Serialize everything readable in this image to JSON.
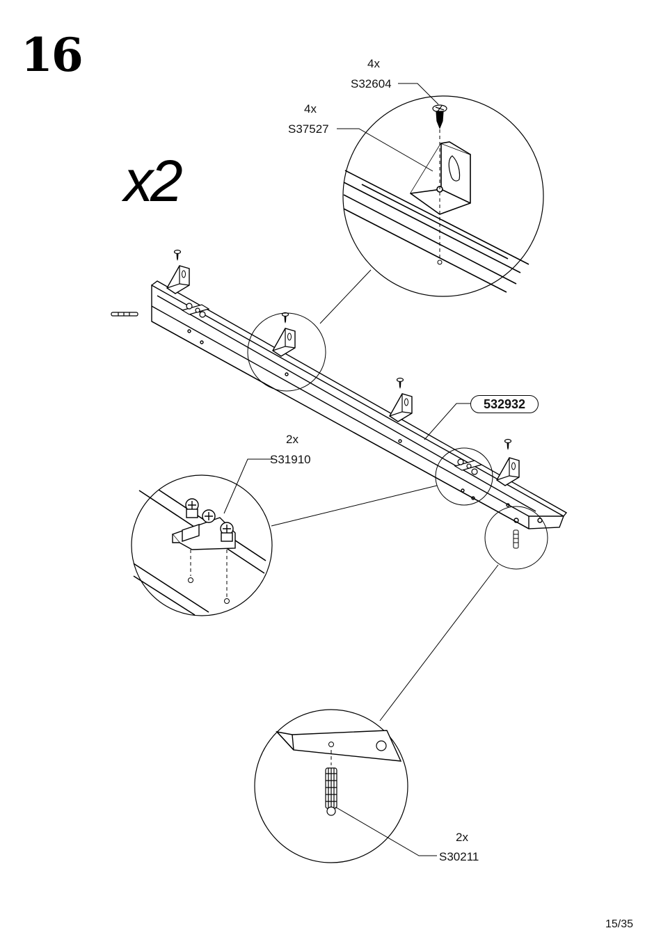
{
  "step": {
    "number": "16",
    "multiplier": "x2"
  },
  "callouts": {
    "bracket_screw": {
      "qty": "4x",
      "code": "S32604"
    },
    "bracket": {
      "qty": "4x",
      "code": "S37527"
    },
    "connector": {
      "qty": "2x",
      "code": "S31910"
    },
    "dowel": {
      "qty": "2x",
      "code": "S30211"
    }
  },
  "panel": {
    "code": "532932"
  },
  "footer": {
    "page": "15/35"
  }
}
